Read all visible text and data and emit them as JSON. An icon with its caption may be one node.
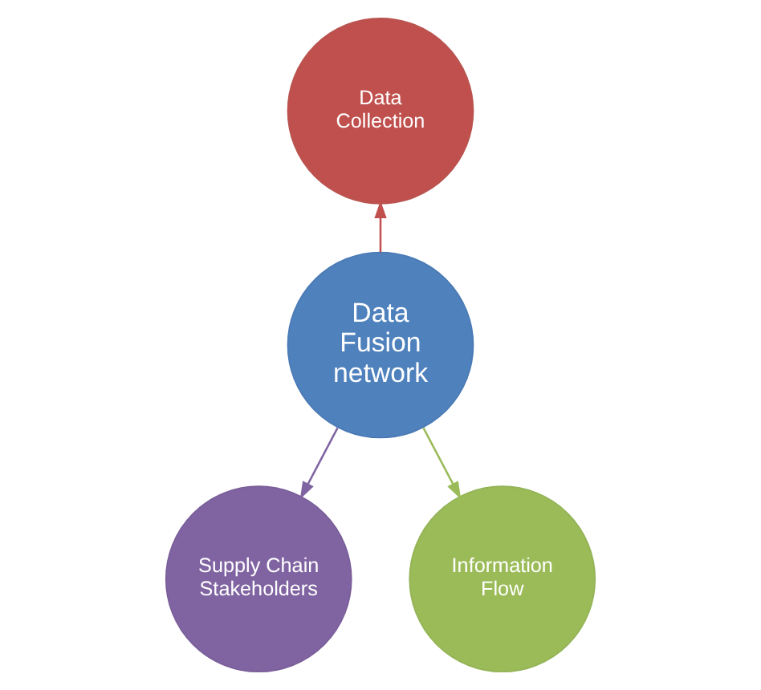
{
  "diagram": {
    "nodes": [
      {
        "text": [
          "Data Collection"
        ]
      },
      {
        "text": [
          "Data Fusion network"
        ]
      },
      {
        "text": [
          "Supply Chain Stakeholders"
        ]
      },
      {
        "text": [
          "Information Flow"
        ]
      }
    ],
    "edges": [
      {
        "from": 1,
        "to": 0,
        "arrow": "to",
        "color": "#c0504d"
      },
      {
        "from": 1,
        "to": 3,
        "arrow": "to",
        "color": "#9bbb59"
      },
      {
        "from": 1,
        "to": 2,
        "arrow": "to",
        "color": "#8064a2"
      }
    ]
  }
}
